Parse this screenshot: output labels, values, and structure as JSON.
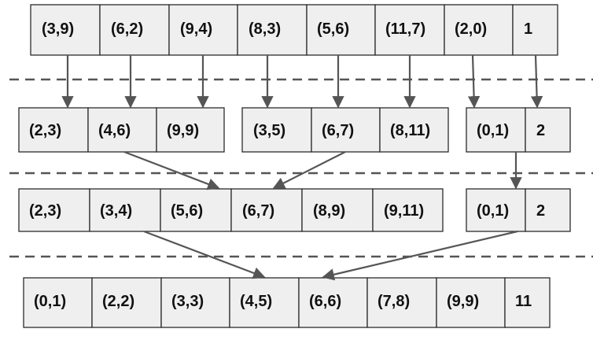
{
  "colors": {
    "cell_fill": "#efefef",
    "cell_border": "#2b2b2b",
    "arrow": "#555555",
    "divider": "#555555",
    "text": "#111111"
  },
  "diagram": {
    "level_0": {
      "cells": [
        "(3,9)",
        "(6,2)",
        "(9,4)",
        "(8,3)",
        "(5,6)",
        "(11,7)",
        "(2,0)",
        "1"
      ]
    },
    "level_1": {
      "groups": [
        {
          "cells": [
            "(2,3)",
            "(4,6)",
            "(9,9)"
          ]
        },
        {
          "cells": [
            "(3,5)",
            "(6,7)",
            "(8,11)"
          ]
        },
        {
          "cells": [
            "(0,1)",
            "2"
          ]
        }
      ]
    },
    "level_2": {
      "groups": [
        {
          "cells": [
            "(2,3)",
            "(3,4)",
            "(5,6)",
            "(6,7)",
            "(8,9)",
            "(9,11)"
          ]
        },
        {
          "cells": [
            "(0,1)",
            "2"
          ]
        }
      ]
    },
    "level_3": {
      "cells": [
        "(0,1)",
        "(2,2)",
        "(3,3)",
        "(4,5)",
        "(6,6)",
        "(7,8)",
        "(9,9)",
        "11"
      ]
    }
  }
}
